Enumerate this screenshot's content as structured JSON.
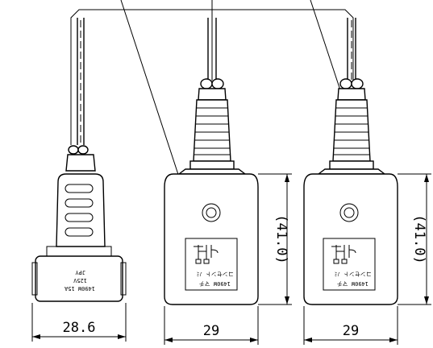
{
  "dimensions": {
    "left_width": "28.6",
    "middle_width": "29",
    "right_width": "29",
    "middle_height": "(41.0)",
    "right_height": "(41.0)"
  },
  "plug_label_lines": [
    "1490W 15A",
    "125V",
    "JPY"
  ],
  "connector_label_lines": [
    "1490W マチ",
    "コンセント ﾉﾐ"
  ]
}
